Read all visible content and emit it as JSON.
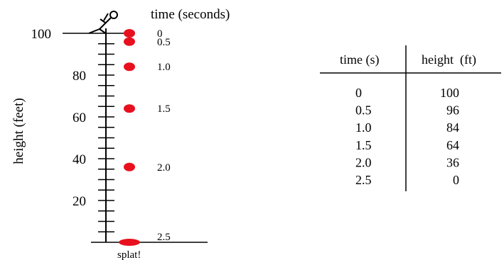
{
  "diagram": {
    "title": "time (seconds)",
    "y_axis_label": "height  (feet)",
    "y_ticks": [
      "100",
      "80",
      "60",
      "40",
      "20"
    ],
    "y_tick_values": [
      100,
      80,
      60,
      40,
      20
    ],
    "splat_label": "splat!",
    "drops": [
      {
        "time": "0",
        "height": 100
      },
      {
        "time": "0.5",
        "height": 96
      },
      {
        "time": "1.0",
        "height": 84
      },
      {
        "time": "1.5",
        "height": 64
      },
      {
        "time": "2.0",
        "height": 36
      },
      {
        "time": "2.5",
        "height": 0
      }
    ],
    "dot_color": "#e8101e"
  },
  "table": {
    "headers": [
      "time (s)",
      "height  (ft)"
    ],
    "rows": [
      [
        "0",
        "100"
      ],
      [
        "0.5",
        "96"
      ],
      [
        "1.0",
        "84"
      ],
      [
        "1.5",
        "64"
      ],
      [
        "2.0",
        "36"
      ],
      [
        "2.5",
        "0"
      ]
    ]
  }
}
